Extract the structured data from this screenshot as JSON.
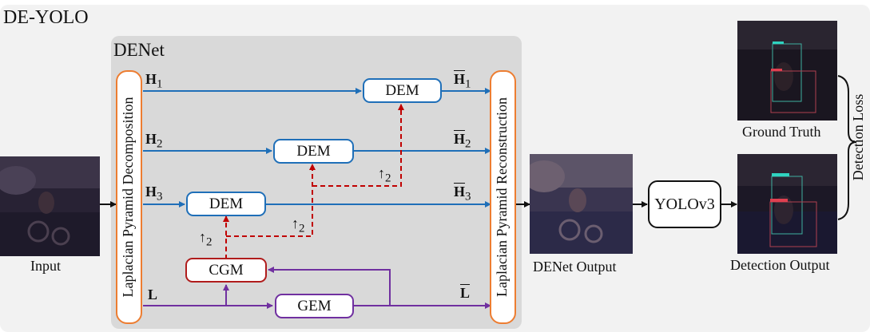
{
  "title": "DE-YOLO",
  "denet_title": "DENet",
  "labels": {
    "input": "Input",
    "denet_output": "DENet Output",
    "ground_truth": "Ground Truth",
    "detection_output": "Detection Output",
    "detection_loss": "Detection Loss"
  },
  "pyramid": {
    "decomposition": "Laplacian Pyramid Decomposition",
    "reconstruction": "Laplacian Pyramid Reconstruction"
  },
  "inputs": {
    "h1": {
      "base": "H",
      "sub": "1"
    },
    "h2": {
      "base": "H",
      "sub": "2"
    },
    "h3": {
      "base": "H",
      "sub": "3"
    },
    "l": {
      "base": "L"
    }
  },
  "outputs": {
    "h1": {
      "base": "H",
      "sub": "1"
    },
    "h2": {
      "base": "H",
      "sub": "2"
    },
    "h3": {
      "base": "H",
      "sub": "3"
    },
    "l": {
      "base": "L"
    }
  },
  "modules": {
    "dem1": "DEM",
    "dem2": "DEM",
    "dem3": "DEM",
    "cgm": "CGM",
    "gem": "GEM",
    "yolo": "YOLOv3"
  },
  "upsample": {
    "arrow": "↑",
    "factor": "2"
  },
  "colors": {
    "high_freq_path": "#1f6fb8",
    "low_freq_path": "#7030a0",
    "guidance_path": "#c00000",
    "pyramid_border": "#ed7d31",
    "denet_panel": "#d9d9d9",
    "outer_panel": "#f2f2f2"
  }
}
